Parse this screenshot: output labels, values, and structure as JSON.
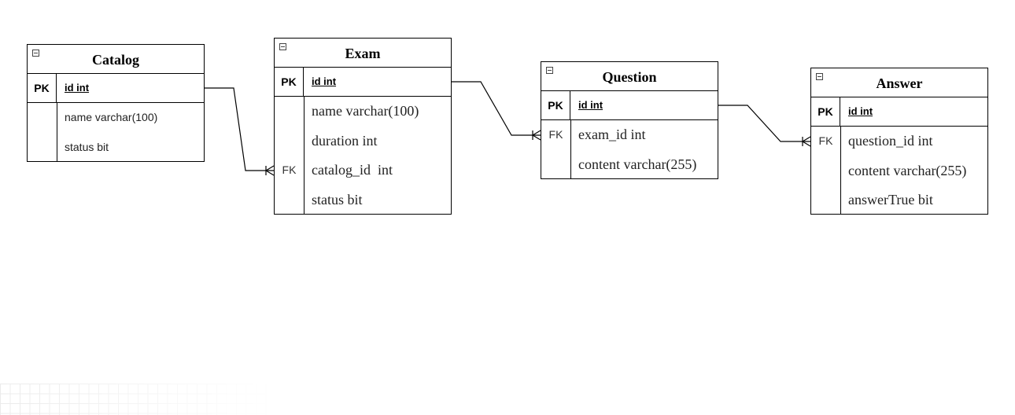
{
  "tables": {
    "catalog": {
      "title": "Catalog",
      "pk": {
        "key": "PK",
        "field": "id int"
      },
      "rows": [
        {
          "key": "",
          "field": "name varchar(100)"
        },
        {
          "key": "",
          "field": "status bit"
        }
      ]
    },
    "exam": {
      "title": "Exam",
      "pk": {
        "key": "PK",
        "field": "id int"
      },
      "rows": [
        {
          "key": "",
          "field": "name varchar(100)"
        },
        {
          "key": "",
          "field": "duration int"
        },
        {
          "key": "FK",
          "field": "catalog_id  int"
        },
        {
          "key": "",
          "field": "status bit"
        }
      ]
    },
    "question": {
      "title": "Question",
      "pk": {
        "key": "PK",
        "field": "id int"
      },
      "rows": [
        {
          "key": "FK",
          "field": "exam_id int"
        },
        {
          "key": "",
          "field": "content varchar(255)"
        }
      ]
    },
    "answer": {
      "title": "Answer",
      "pk": {
        "key": "PK",
        "field": "id int"
      },
      "rows": [
        {
          "key": "FK",
          "field": "question_id int"
        },
        {
          "key": "",
          "field": "content varchar(255)"
        },
        {
          "key": "",
          "field": "answerTrue bit"
        }
      ]
    }
  },
  "relationships": [
    {
      "from": "Catalog.id",
      "to": "Exam.catalog_id",
      "cardinality": "one-to-many"
    },
    {
      "from": "Exam.id",
      "to": "Question.exam_id",
      "cardinality": "one-to-many"
    },
    {
      "from": "Question.id",
      "to": "Answer.question_id",
      "cardinality": "one-to-many"
    }
  ]
}
